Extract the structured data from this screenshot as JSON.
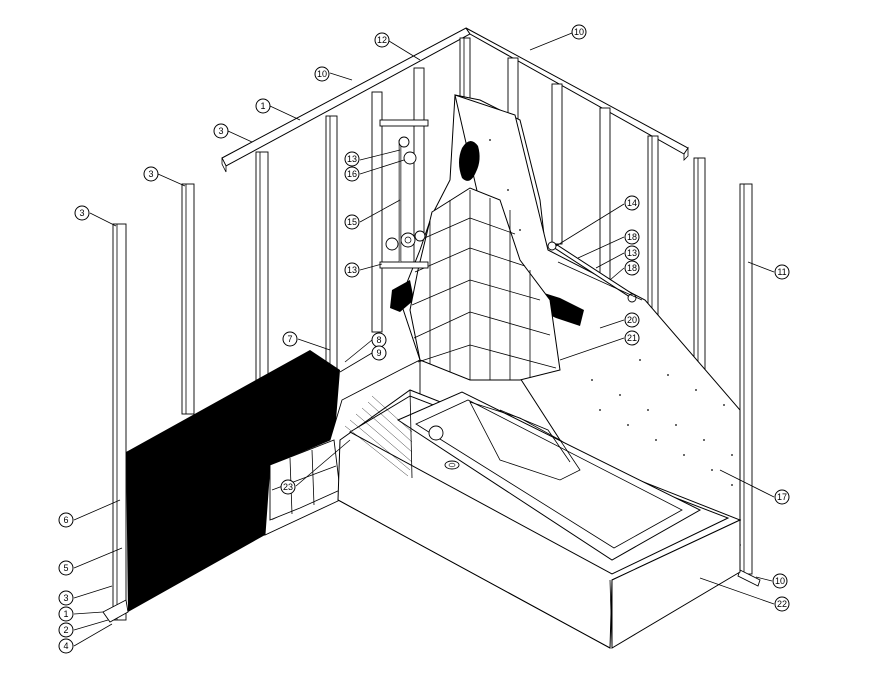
{
  "callouts": [
    {
      "id": "c12a",
      "label": "12"
    },
    {
      "id": "c10a",
      "label": "10"
    },
    {
      "id": "c10b",
      "label": "10"
    },
    {
      "id": "c1a",
      "label": "1"
    },
    {
      "id": "c3a",
      "label": "3"
    },
    {
      "id": "c3b",
      "label": "3"
    },
    {
      "id": "c3c",
      "label": "3"
    },
    {
      "id": "c13a",
      "label": "13"
    },
    {
      "id": "c16",
      "label": "16"
    },
    {
      "id": "c15",
      "label": "15"
    },
    {
      "id": "c13b",
      "label": "13"
    },
    {
      "id": "c14",
      "label": "14"
    },
    {
      "id": "c18a",
      "label": "18"
    },
    {
      "id": "c13c",
      "label": "13"
    },
    {
      "id": "c18b",
      "label": "18"
    },
    {
      "id": "c11",
      "label": "11"
    },
    {
      "id": "c20",
      "label": "20"
    },
    {
      "id": "c21",
      "label": "21"
    },
    {
      "id": "c7",
      "label": "7"
    },
    {
      "id": "c8",
      "label": "8"
    },
    {
      "id": "c9",
      "label": "9"
    },
    {
      "id": "c23",
      "label": "23"
    },
    {
      "id": "c17",
      "label": "17"
    },
    {
      "id": "c6",
      "label": "6"
    },
    {
      "id": "c5",
      "label": "5"
    },
    {
      "id": "c3d",
      "label": "3"
    },
    {
      "id": "c1b",
      "label": "1"
    },
    {
      "id": "c2",
      "label": "2"
    },
    {
      "id": "c4",
      "label": "4"
    },
    {
      "id": "c10c",
      "label": "10"
    },
    {
      "id": "c22",
      "label": "22"
    }
  ]
}
